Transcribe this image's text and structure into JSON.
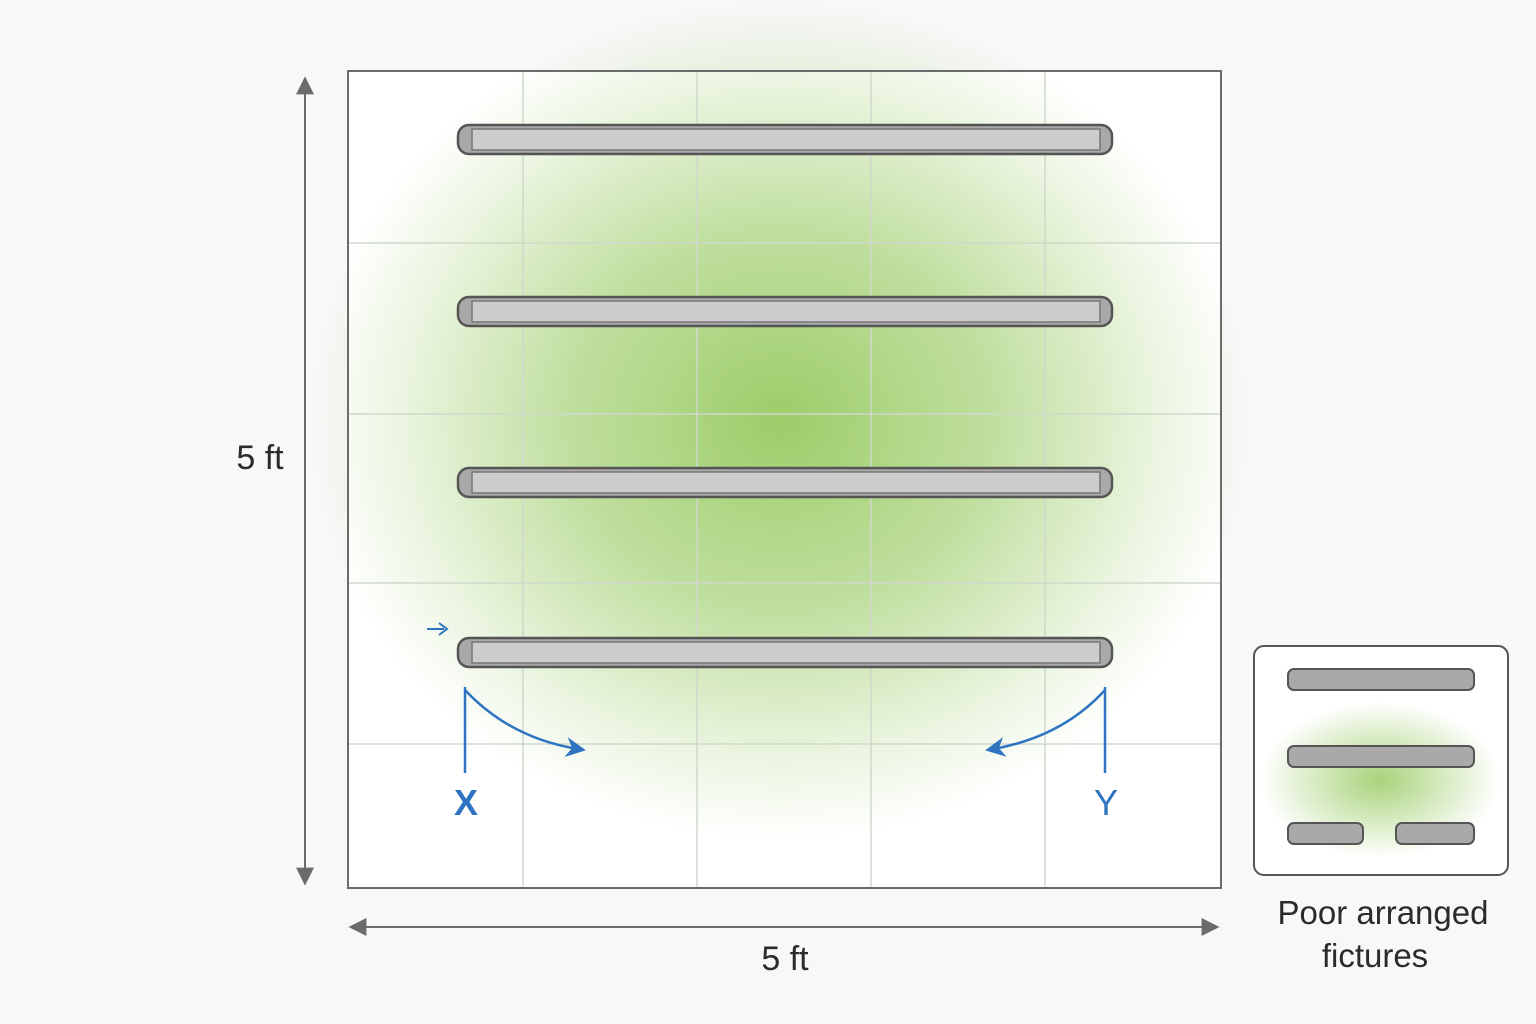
{
  "dimensions": {
    "height_label": "5 ft",
    "width_label": "5 ft"
  },
  "markers": {
    "left_label": "X",
    "right_label": "Y"
  },
  "inset": {
    "caption_line1": "Poor arranged",
    "caption_line2": "fictures"
  },
  "colors": {
    "light_glow": "#8cc44f",
    "marker_blue": "#2f74c0",
    "fixture_fill": "#c8c8c8",
    "fixture_outline": "#555555",
    "grid_line": "#cfd8cc",
    "frame": "#6b6b6b"
  },
  "fixture_count_main": 4,
  "fixture_count_inset": 4
}
